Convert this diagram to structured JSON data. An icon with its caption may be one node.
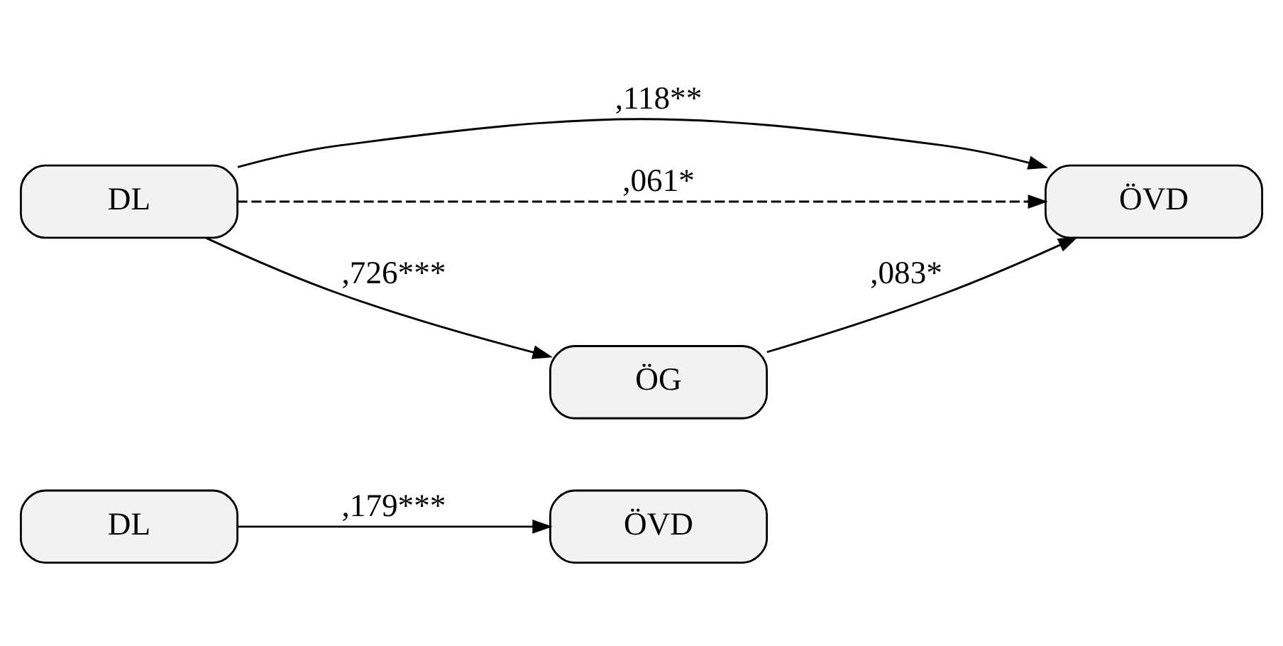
{
  "diagram": {
    "nodes": [
      {
        "text": [
          "DL"
        ]
      },
      {
        "text": [
          "ÖVD"
        ]
      },
      {
        "text": [
          "DL"
        ]
      },
      {
        "text": [
          "ÖVD"
        ]
      },
      {
        "text": [
          "ÖG"
        ]
      }
    ],
    "edges": [
      {
        "from": 0,
        "to": 1,
        "arrow": "to",
        "label": ",179***"
      },
      {
        "from": 2,
        "to": 3,
        "arrow": "to",
        "label": ",118**"
      },
      {
        "from": 2,
        "to": 4,
        "arrow": "to",
        "label": ",726***"
      },
      {
        "from": 4,
        "to": 3,
        "arrow": "to",
        "label": ",083*"
      },
      {
        "from": 2,
        "to": 3,
        "arrow": "to",
        "label": ",061*",
        "style": "dashed"
      }
    ]
  }
}
